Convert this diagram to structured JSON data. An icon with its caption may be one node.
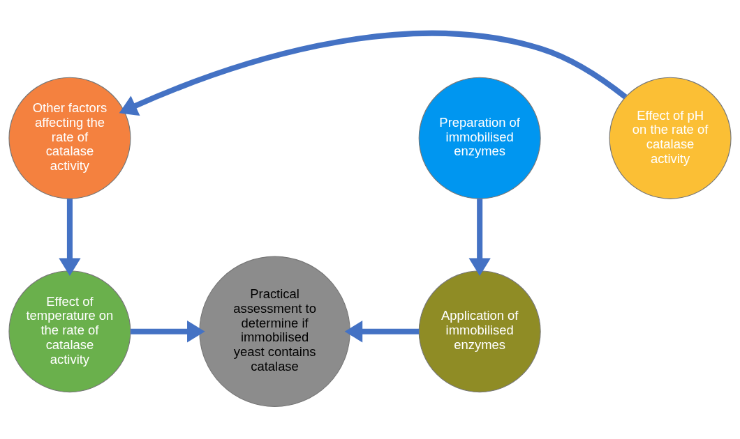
{
  "diagram": {
    "nodes": [
      {
        "text": [
          "Other factors affecting the rate of catalase activity"
        ]
      },
      {
        "text": [
          "Effect of pH on the rate of catalase activity"
        ]
      },
      {
        "text": [
          "Preparation of immobilised enzymes"
        ]
      },
      {
        "text": [
          "Effect of temperature on the rate of catalase activity"
        ]
      },
      {
        "text": [
          "Practical assessment to determine if immobilised yeast contains catalase"
        ]
      },
      {
        "text": [
          "Application of immobilised enzymes"
        ]
      }
    ],
    "edges": [
      {
        "from": 1,
        "to": 0,
        "arrow": "to"
      },
      {
        "from": 0,
        "to": 3,
        "arrow": "to"
      },
      {
        "from": 3,
        "to": 4,
        "arrow": "to"
      },
      {
        "from": 2,
        "to": 5,
        "arrow": "to"
      },
      {
        "from": 5,
        "to": 4,
        "arrow": "to"
      }
    ]
  }
}
